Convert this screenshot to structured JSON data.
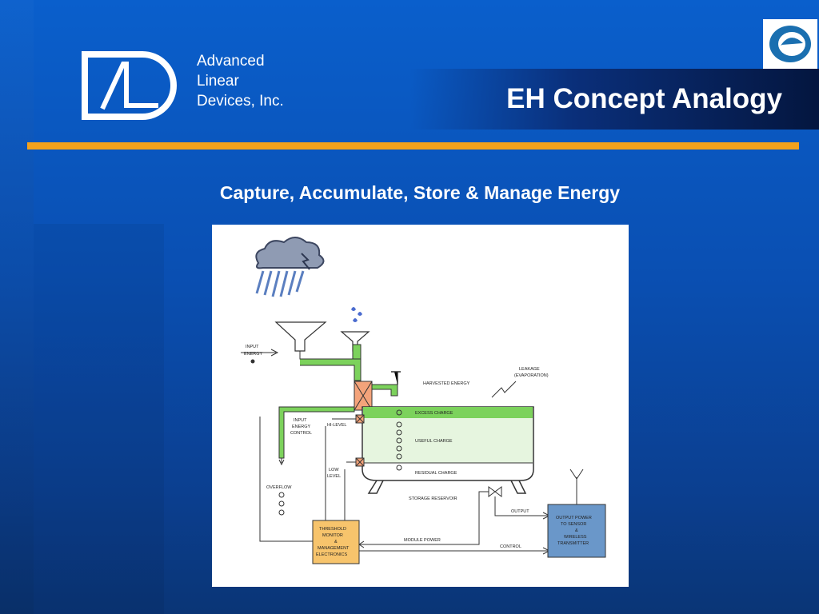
{
  "header": {
    "company": [
      "Advanced",
      "Linear",
      "Devices, Inc."
    ],
    "title": "EH Concept Analogy"
  },
  "subtitle": "Capture, Accumulate, Store & Manage Energy",
  "colors": {
    "background": "#0a4fb2",
    "accent_rule": "#f3a21c",
    "water": "#7cd25c",
    "useful_charge": "#e6f5df",
    "controller": "#f7c46c",
    "transmitter": "#6a97c9"
  },
  "diagram": {
    "labels": {
      "input_energy": [
        "INPUT",
        "ENERGY"
      ],
      "harvested_energy": "HARVESTED ENERGY",
      "leakage": [
        "LEAKAGE",
        "(EVAPORATION)"
      ],
      "excess_charge": "EXCESS CHARGE",
      "useful_charge": "USEFUL CHARGE",
      "residual_charge": "RESIDUAL CHARGE",
      "input_energy_control": [
        "INPUT",
        "ENERGY",
        "CONTROL"
      ],
      "hi_level": "HI-LEVEL",
      "low_level": [
        "LOW",
        "LEVEL"
      ],
      "overflow": "OVERFLOW",
      "storage_reservoir": "STORAGE RESERVOIR",
      "output": "OUTPUT",
      "module_power": "MODULE POWER",
      "control": "CONTROL",
      "threshold_monitor": [
        "THRESHOLD",
        "MONITOR",
        "&",
        "MANAGEMENT",
        "ELECTRONICS"
      ],
      "output_power": [
        "OUTPUT POWER",
        "TO SENSOR",
        "&",
        "WIRELESS",
        "TRANSMITTER"
      ]
    }
  }
}
